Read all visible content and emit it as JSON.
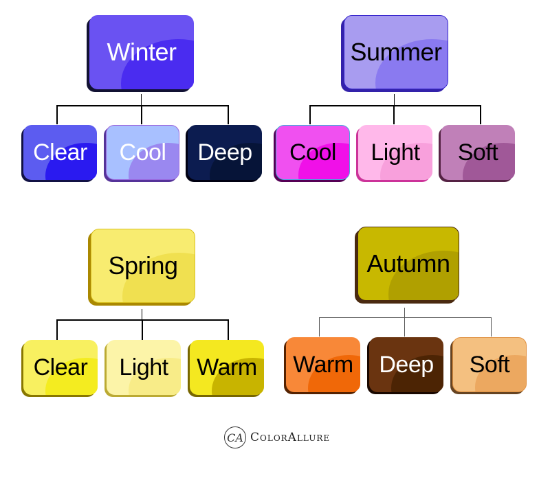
{
  "diagram": {
    "groups": [
      {
        "name": "Winter",
        "parent": {
          "label": "Winter",
          "bg": "#6a52f2",
          "gloss": "#4a2cf0",
          "shadow": "#111133",
          "text": "#ffffff"
        },
        "children": [
          {
            "label": "Clear",
            "bg": "#5c5cf0",
            "gloss": "#2a1af0",
            "shadow": "#111144",
            "text": "#ffffff"
          },
          {
            "label": "Cool",
            "bg": "#a8c0ff",
            "gloss": "#9a88f0",
            "shadow": "#553399",
            "text": "#ffffff"
          },
          {
            "label": "Deep",
            "bg": "#0c1c50",
            "gloss": "#061438",
            "shadow": "#000011",
            "text": "#ffffff"
          }
        ]
      },
      {
        "name": "Summer",
        "parent": {
          "label": "Summer",
          "bg": "#a89cf0",
          "gloss": "#8a7af0",
          "shadow": "#3322aa",
          "text": "#000000"
        },
        "children": [
          {
            "label": "Cool",
            "bg": "#f050f0",
            "gloss": "#f010e8",
            "shadow": "#550055",
            "text": "#000000"
          },
          {
            "label": "Light",
            "bg": "#ffb8ea",
            "gloss": "#f8a0dc",
            "shadow": "#cc3399",
            "text": "#000000"
          },
          {
            "label": "Soft",
            "bg": "#c080b8",
            "gloss": "#a05898",
            "shadow": "#552244",
            "text": "#000000"
          }
        ]
      },
      {
        "name": "Spring",
        "parent": {
          "label": "Spring",
          "bg": "#f8ec70",
          "gloss": "#f0e050",
          "shadow": "#aa8800",
          "text": "#000000"
        },
        "children": [
          {
            "label": "Clear",
            "bg": "#f8f060",
            "gloss": "#f4ec20",
            "shadow": "#887700",
            "text": "#000000"
          },
          {
            "label": "Light",
            "bg": "#fcf4a8",
            "gloss": "#f8ec88",
            "shadow": "#bbaa33",
            "text": "#000000"
          },
          {
            "label": "Warm",
            "bg": "#f4e820",
            "gloss": "#c8b400",
            "shadow": "#776600",
            "text": "#000000"
          }
        ]
      },
      {
        "name": "Autumn",
        "parent": {
          "label": "Autumn",
          "bg": "#c8b800",
          "gloss": "#b0a000",
          "shadow": "#4a2a10",
          "text": "#000000"
        },
        "children": [
          {
            "label": "Warm",
            "bg": "#f88838",
            "gloss": "#f06808",
            "shadow": "#552200",
            "text": "#000000"
          },
          {
            "label": "Deep",
            "bg": "#6a3410",
            "gloss": "#4c2404",
            "shadow": "#1a0800",
            "text": "#ffffff"
          },
          {
            "label": "Soft",
            "bg": "#f4c080",
            "gloss": "#eca860",
            "shadow": "#664422",
            "text": "#000000"
          }
        ]
      }
    ]
  },
  "logo": {
    "mark": "CA",
    "text": "ColorAllure"
  }
}
